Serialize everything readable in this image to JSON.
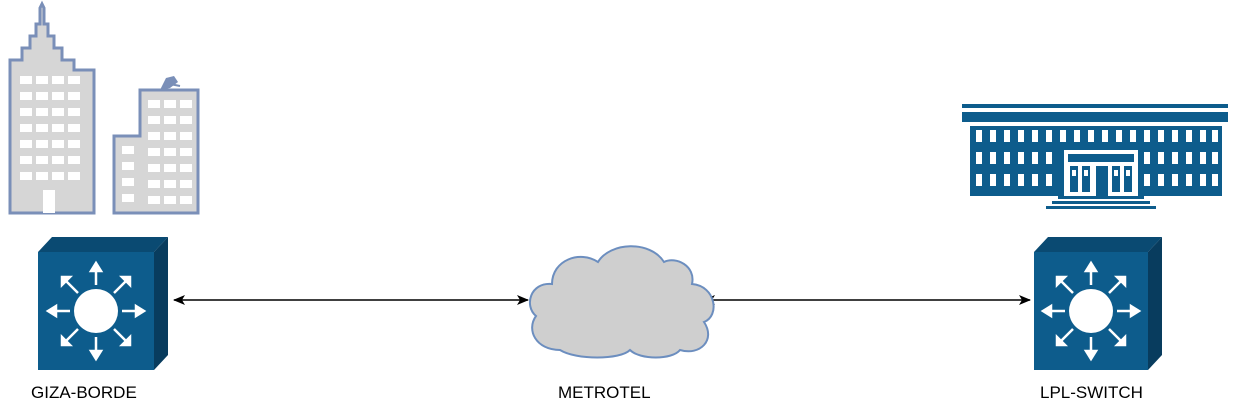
{
  "nodes": {
    "left": {
      "label": "GIZA-BORDE"
    },
    "center": {
      "label": "METROTEL"
    },
    "right": {
      "label": "LPL-SWITCH"
    }
  },
  "links": [
    {
      "from": "GIZA-BORDE",
      "to": "METROTEL",
      "style": "bidirectional-arrow"
    },
    {
      "from": "METROTEL",
      "to": "LPL-SWITCH",
      "style": "bidirectional-arrow"
    }
  ],
  "colors": {
    "switch_front": "#0d5c8c",
    "switch_side": "#0a4a72",
    "building_fill": "#d6d6d6",
    "building_stroke": "#7a8fb8",
    "school": "#0d5c8c",
    "cloud_fill": "#cfcfcf",
    "cloud_stroke": "#6c8ebf",
    "line": "#000000"
  }
}
